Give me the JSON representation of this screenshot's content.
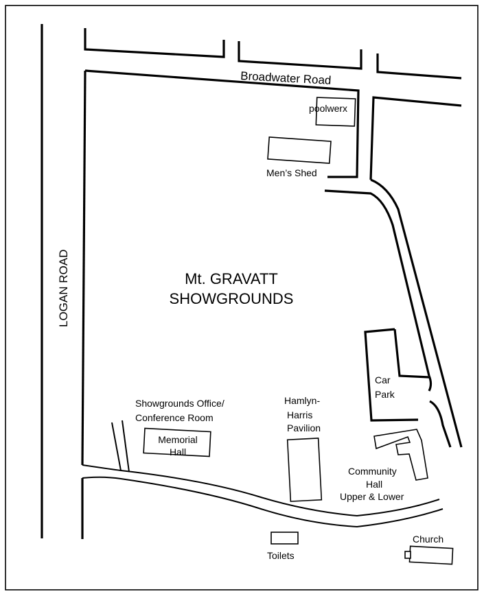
{
  "map": {
    "roads": {
      "logan_road": "LOGAN ROAD",
      "broadwater_road": "Broadwater Road"
    },
    "title": {
      "line1": "Mt. GRAVATT",
      "line2": "SHOWGROUNDS"
    },
    "places": {
      "poolwerx": "poolwerx",
      "mens_shed": "Men’s Shed",
      "car_park_line1": "Car",
      "car_park_line2": "Park",
      "showgrounds_office_line1": "Showgrounds Office/",
      "showgrounds_office_line2": "Conference Room",
      "memorial_hall_line1": "Memorial",
      "memorial_hall_line2": "Hall",
      "pavilion_line1": "Hamlyn-",
      "pavilion_line2": "Harris",
      "pavilion_line3": "Pavilion",
      "community_hall_line1": "Community",
      "community_hall_line2": "Hall",
      "community_hall_line3": "Upper & Lower",
      "toilets": "Toilets",
      "church": "Church"
    }
  }
}
